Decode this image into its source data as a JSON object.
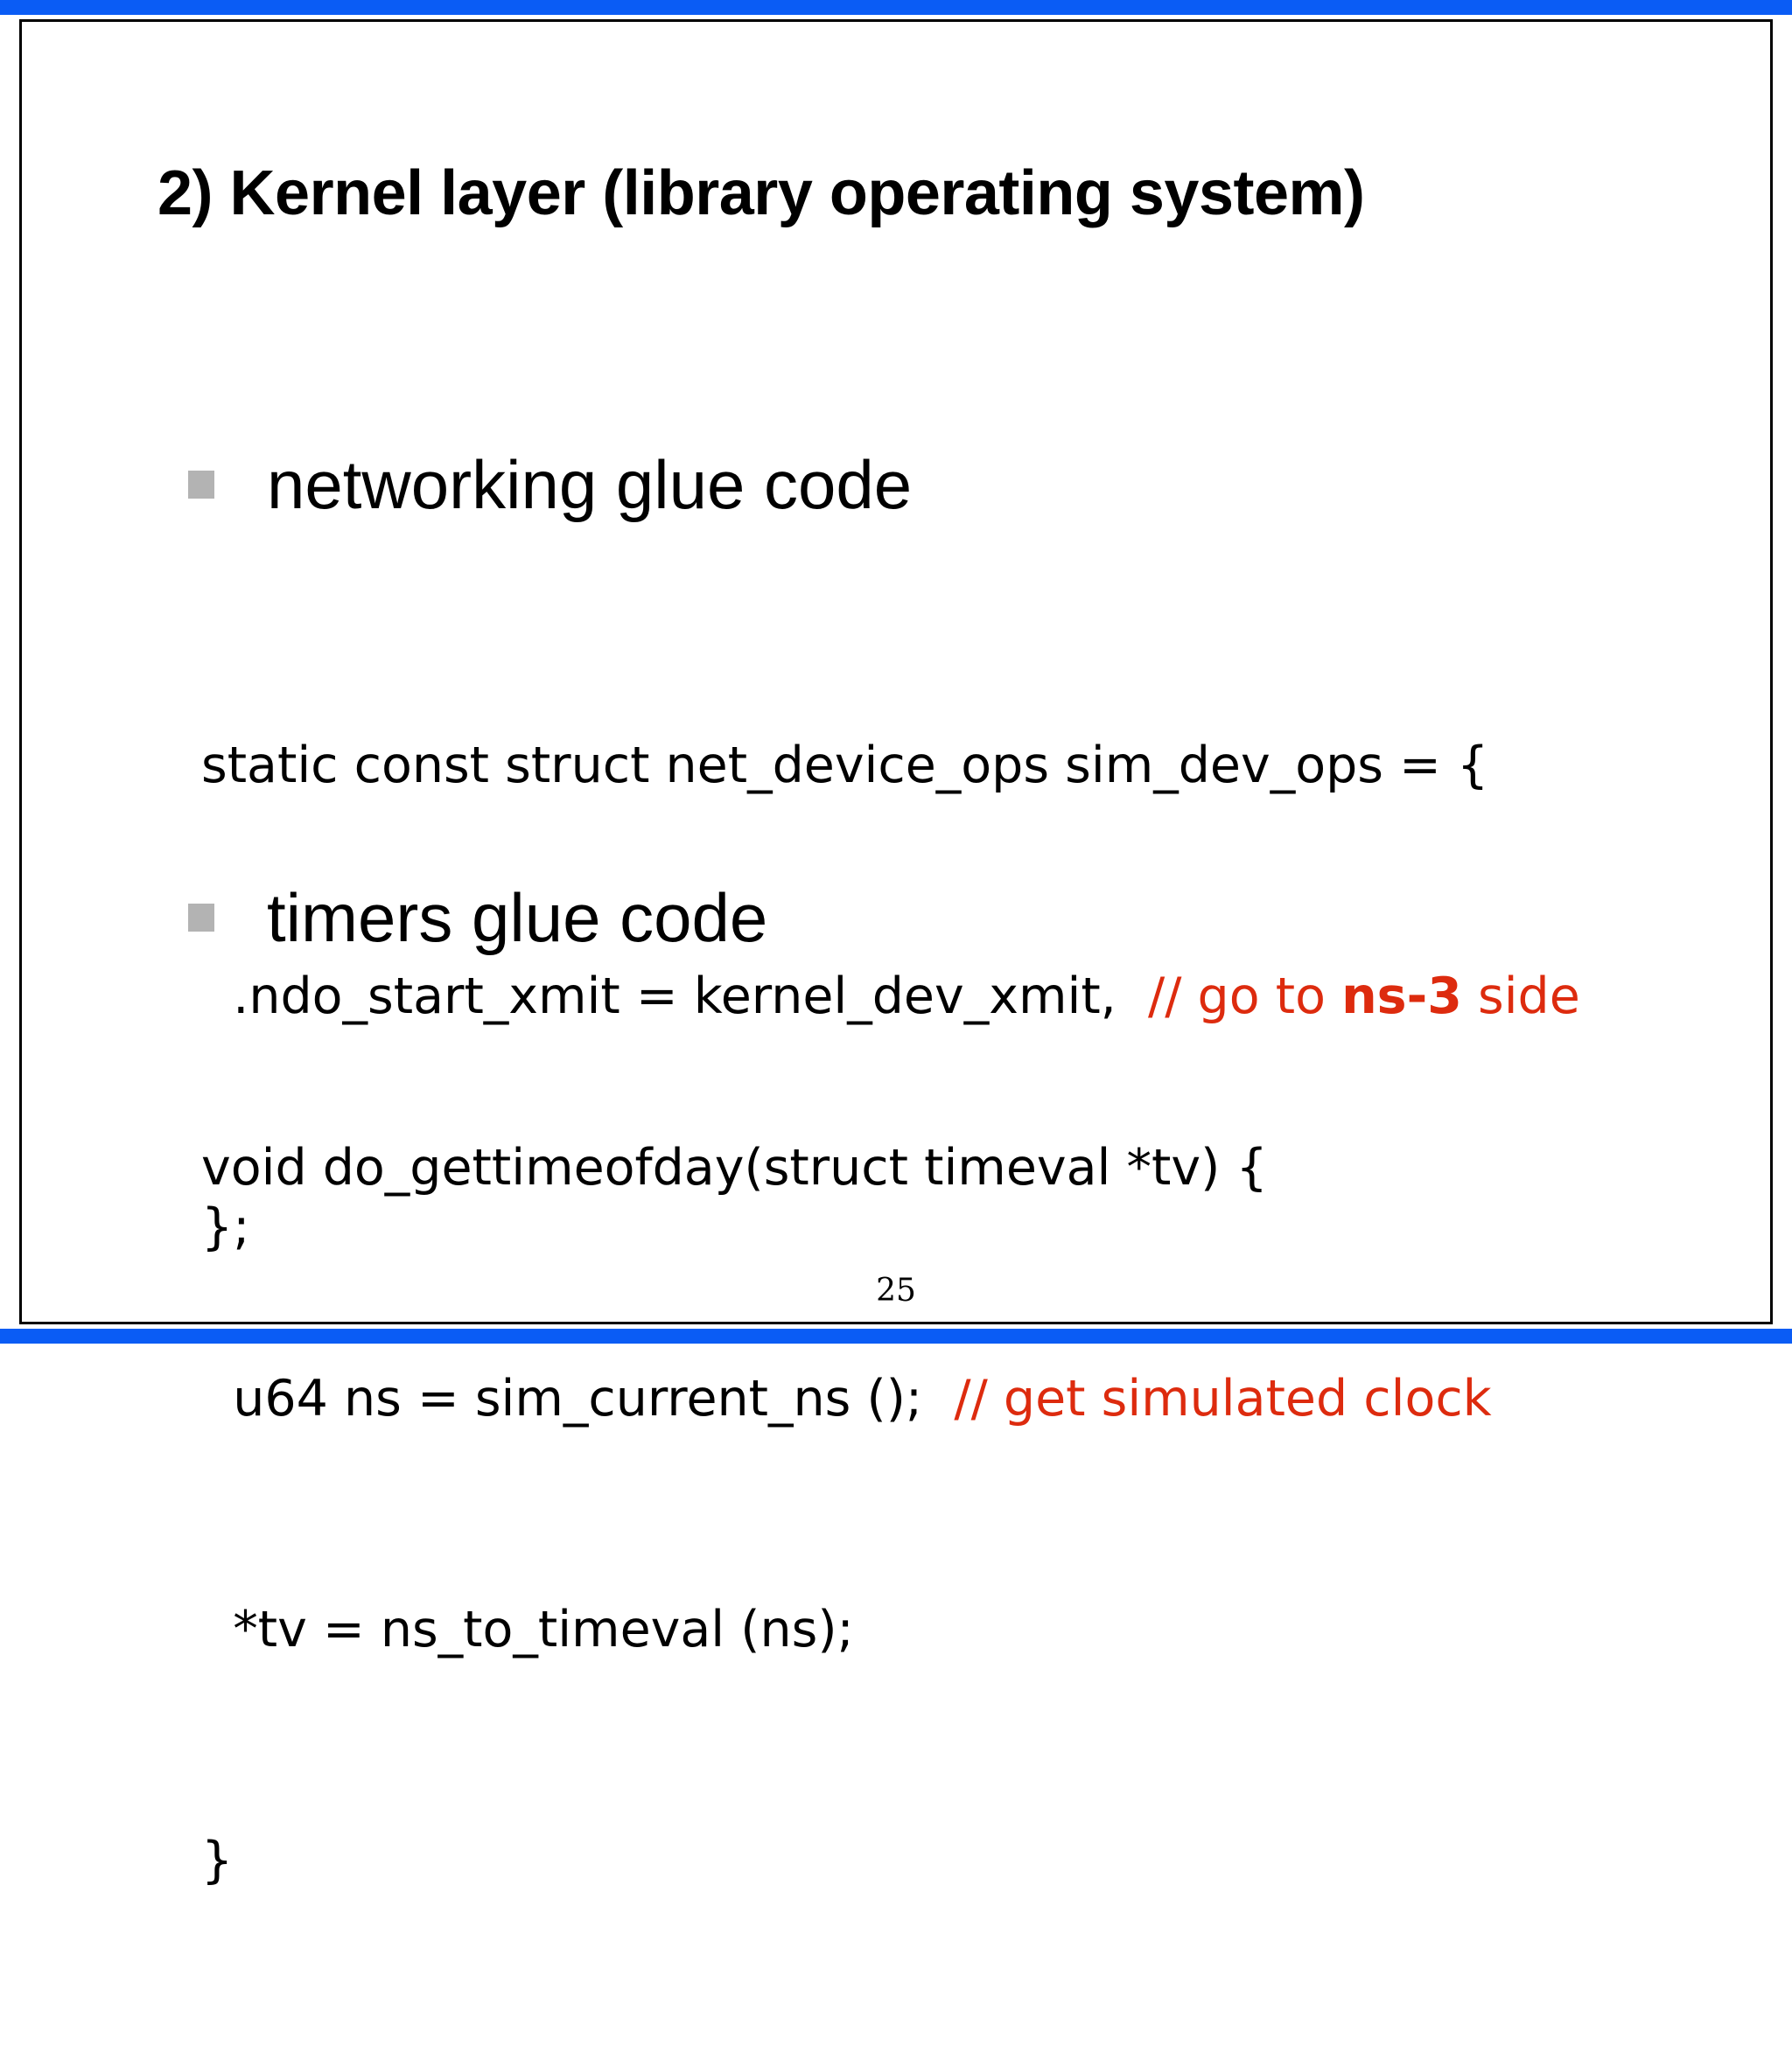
{
  "slide": {
    "title": "2) Kernel layer (library operating system)",
    "page_number": "25",
    "accent_bar_color": "#0a5cf5",
    "comment_color": "#dd2b0e",
    "bullet_marker_color": "#b3b3b3",
    "border_color": "#000000",
    "background_color": "#ffffff"
  },
  "sections": [
    {
      "bullet": "networking glue code",
      "code": {
        "line1": "static const struct net_device_ops sim_dev_ops = {",
        "line2_code": "  .ndo_start_xmit = kernel_dev_xmit,  ",
        "line2_comment_prefix": "// go to ",
        "line2_comment_emph": "ns-3",
        "line2_comment_suffix": " side",
        "line3": "};"
      }
    },
    {
      "bullet": "timers glue code",
      "code": {
        "line1": "void do_gettimeofday(struct timeval *tv) {",
        "line2_code": "  u64 ns = sim_current_ns ();  ",
        "line2_comment": "// get simulated clock",
        "line3": "  *tv = ns_to_timeval (ns);",
        "line4": "}"
      }
    }
  ]
}
